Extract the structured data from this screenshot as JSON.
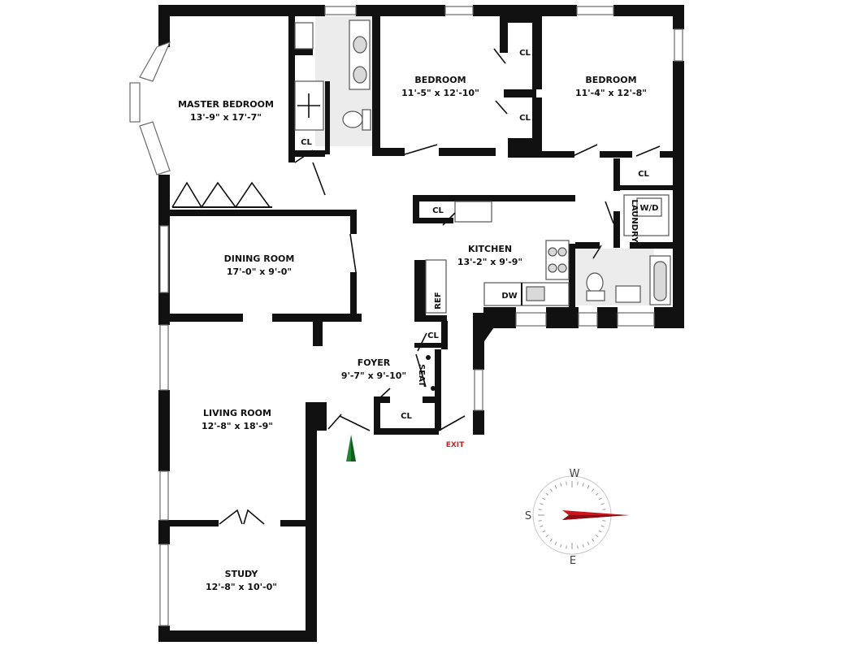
{
  "rooms": {
    "master_bedroom": {
      "name": "MASTER BEDROOM",
      "dims": "13'-9\" x 17'-7\""
    },
    "bedroom_1": {
      "name": "BEDROOM",
      "dims": "11'-5\" x 12'-10\""
    },
    "bedroom_2": {
      "name": "BEDROOM",
      "dims": "11'-4\" x 12'-8\""
    },
    "dining_room": {
      "name": "DINING ROOM",
      "dims": "17'-0\" x 9'-0\""
    },
    "kitchen": {
      "name": "KITCHEN",
      "dims": "13'-2\" x 9'-9\""
    },
    "foyer": {
      "name": "FOYER",
      "dims": "9'-7\" x 9'-10\""
    },
    "living_room": {
      "name": "LIVING ROOM",
      "dims": "12'-8\" x 18'-9\""
    },
    "study": {
      "name": "STUDY",
      "dims": "12'-8\" x 10'-0\""
    }
  },
  "labels": {
    "closet": "CL",
    "laundry": "LAUNDRY",
    "washer_dryer": "W/D",
    "dishwasher": "DW",
    "refrigerator": "REF",
    "seat": "SEAT",
    "exit": "EXIT"
  },
  "compass": {
    "west": "W",
    "south": "S",
    "east": "E"
  },
  "colors": {
    "wall": "#111111",
    "exit": "#c62828",
    "compass_needle": "#d0121b",
    "north_marker": "#1a8a2e"
  }
}
